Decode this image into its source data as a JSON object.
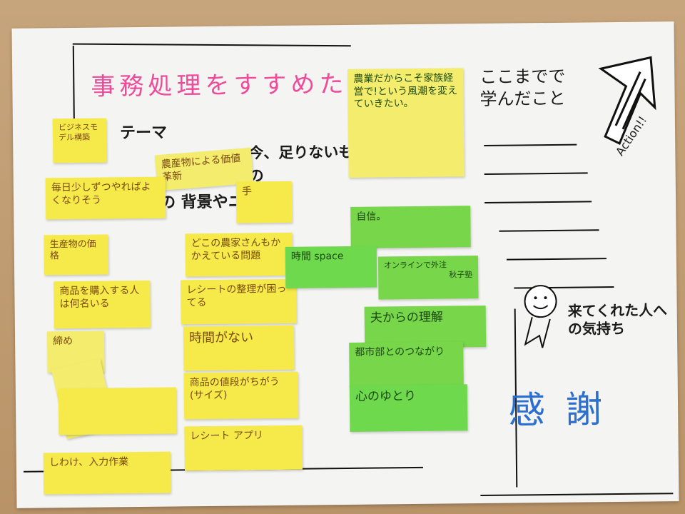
{
  "title": "事務処理をすすめたい",
  "section_theme": "テーマ",
  "section_background": "の 背景やニーズ",
  "section_lacking": "今、足りないもの",
  "section_learned": "ここまでで学んだこと",
  "action_label": "Action!!",
  "section_guests": "来てくれた人への気持ち",
  "thanks": "感謝",
  "notes": {
    "n1": "ビジネスモデル構築",
    "n2": "農産物による価値革新",
    "n3": "毎日少しずつやればよくなりそう",
    "n4": "生産物の価格",
    "n5": "商品を購入する人は何名いる",
    "n6": "締め",
    "n7": "どこの農家さんもかかえている問題",
    "n8": "レシートの整理が困ってる",
    "n9": "時間がない",
    "n10": "商品の値段がちがう(サイズ)",
    "n11": "レシート アプリ",
    "n12": "しわけ、入力作業",
    "n13": "農業だからこそ家族経営で!という風潮を変えていきたい。",
    "n14": "自信。",
    "n15": "時間 space",
    "n16": "オンラインで外注",
    "n17": "秋子塾",
    "n18": "夫からの理解",
    "n19": "都市部とのつながり",
    "n20": "心のゆとり",
    "n21": "手"
  }
}
